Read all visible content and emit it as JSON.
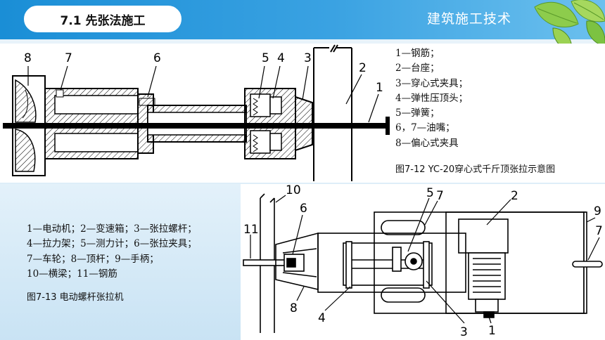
{
  "header": {
    "section_title": "7.1  先张法施工",
    "course_title": "建筑施工技术"
  },
  "figure_top": {
    "part_labels": [
      "8",
      "7",
      "6",
      "5",
      "4",
      "3",
      "2",
      "1"
    ],
    "legend": [
      "1—钢筋；",
      "2—台座；",
      "3—穿心式夹具；",
      "4—弹性压顶头；",
      "5—弹簧；",
      "6，7—油嘴；",
      "8—偏心式夹具"
    ],
    "caption": "图7-12  YC-20穿心式千斤顶张拉示意图"
  },
  "figure_bottom": {
    "part_labels": [
      "10",
      "11",
      "6",
      "5",
      "7",
      "2",
      "9",
      "7",
      "8",
      "4",
      "3",
      "1"
    ],
    "legend": [
      "1—电动机；2—变速箱；3—张拉螺杆；",
      "4—拉力架；5—测力计；6—张拉夹具；",
      "7—车轮；8—顶杆；9—手柄；",
      "10—横梁；11—钢筋"
    ],
    "caption": "图7-13  电动螺杆张拉机"
  },
  "decoration": {
    "leaf_color": "#7cc242",
    "header_color": "#1a8ed6"
  }
}
